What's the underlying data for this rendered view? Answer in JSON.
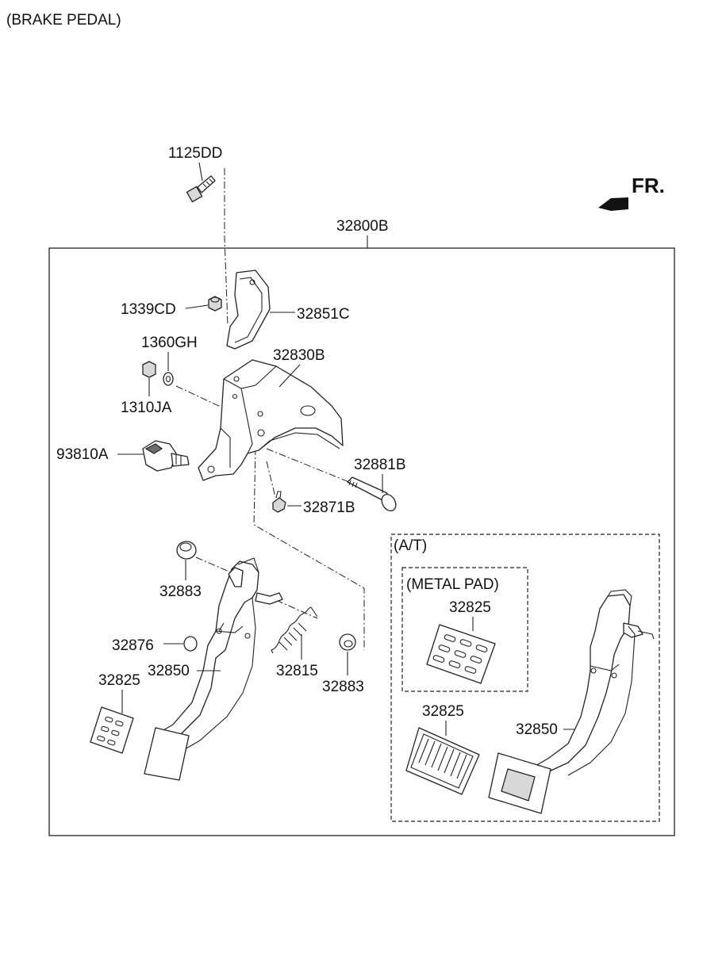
{
  "title": "(BRAKE PEDAL)",
  "direction_label": "FR.",
  "assembly_label": "32800B",
  "parts": {
    "bolt_1125DD": "1125DD",
    "nut_1339CD": "1339CD",
    "bracket_32851C": "32851C",
    "nut_1360GH": "1360GH",
    "bracket_32830B": "32830B",
    "nut_1310JA": "1310JA",
    "switch_93810A": "93810A",
    "pin_32881B": "32881B",
    "bolt_32871B": "32871B",
    "bushing_32883_left": "32883",
    "stopper_32876": "32876",
    "pedal_32850_left": "32850",
    "spring_32815": "32815",
    "bushing_32883_right": "32883",
    "pad_32825_left": "32825",
    "pad_32825_metal": "32825",
    "pad_32825_at": "32825",
    "pedal_32850_at": "32850"
  },
  "at_box_label": "(A/T)",
  "metal_pad_label": "(METAL PAD)",
  "colors": {
    "line": "#222222",
    "background": "#ffffff",
    "shade": "#d8d8d8"
  }
}
